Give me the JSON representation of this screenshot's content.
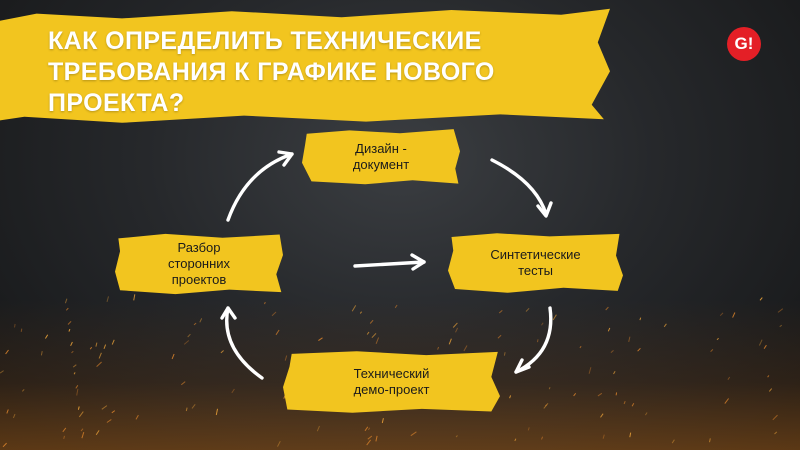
{
  "title": "КАК ОПРЕДЕЛИТЬ ТЕХНИЧЕСКИЕ\nТРЕБОВАНИЯ К ГРАФИКЕ НОВОГО\nПРОЕКТА?",
  "logo": "G!",
  "nodes": {
    "design": "Дизайн -\nдокумент",
    "synth": "Синтетические\nтесты",
    "demo": "Технический\nдемо-проект",
    "review": "Разбор\nсторонних\nпроектов"
  },
  "colors": {
    "accent": "#f2c51f",
    "logo": "#e41f26",
    "text": "#ffffff"
  }
}
